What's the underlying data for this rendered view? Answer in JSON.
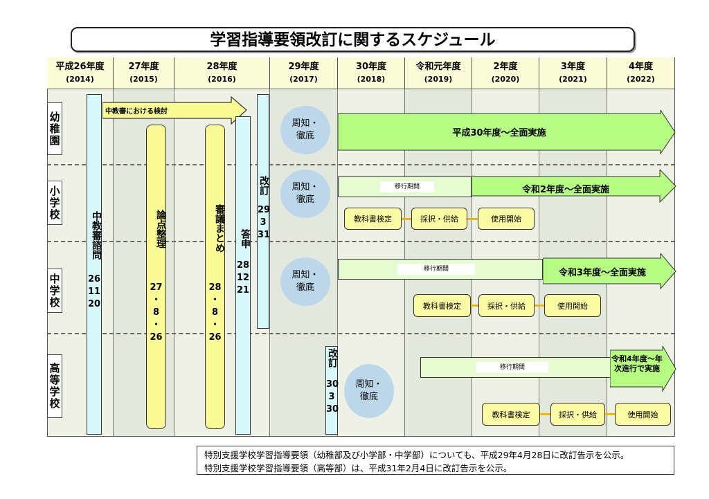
{
  "title": "学習指導要領改訂に関するスケジュール",
  "years": [
    {
      "label": "平成26年度",
      "sub": "(2014)"
    },
    {
      "label": "27年度",
      "sub": "(2015)"
    },
    {
      "label": "28年度",
      "sub": "(2016)"
    },
    {
      "label": "29年度",
      "sub": "(2017)"
    },
    {
      "label": "30年度",
      "sub": "(2018)"
    },
    {
      "label": "令和元年度",
      "sub": "(2019)"
    },
    {
      "label": "2年度",
      "sub": "(2020)"
    },
    {
      "label": "3年度",
      "sub": "(2021)"
    },
    {
      "label": "4年度",
      "sub": "(2022)"
    }
  ],
  "rows": [
    "幼稚園",
    "小学校",
    "中学校",
    "高等学校"
  ],
  "consult": {
    "title": "中教審における検討",
    "inquiry_label": "中教審諮問",
    "inquiry_date": [
      "26",
      "11",
      "20"
    ]
  },
  "ronten": {
    "label": "論点整理",
    "date": [
      "27",
      "・",
      "8",
      "・",
      "26"
    ]
  },
  "shingi": {
    "label": "審議まとめ",
    "date": [
      "28",
      "・",
      "8",
      "・",
      "26"
    ]
  },
  "toushin": {
    "label": "答申",
    "date": [
      "28",
      "12",
      "21"
    ]
  },
  "kaitei1": {
    "label": "改訂",
    "date": [
      "29",
      "3",
      "31"
    ]
  },
  "kaitei2": {
    "label": "改訂",
    "date": [
      "30",
      "3",
      "30"
    ]
  },
  "shuchi": "周知・徹底",
  "impl": {
    "kinder": "平成30年度～全面実施",
    "elem": "令和2年度～全面実施",
    "jhs": "令和3年度～全面実施",
    "hs": "令和4年度～年次進行で実施"
  },
  "transition": "移行期間",
  "steps": [
    "教科書検定",
    "採択・供給",
    "使用開始"
  ],
  "notes": [
    "特別支援学校学習指導要領（幼稚部及び小学部・中学部）についても、平成29年4月28日に改訂告示を公示。",
    "特別支援学校学習指導要領（高等部）は、平成31年2月4日に改訂告示を公示。"
  ],
  "colors": {
    "header": "#fcfcd8",
    "col_a": "#eef2e6",
    "col_b": "#e2e8dc",
    "arrow": "#b6fb82",
    "yellow": "#fbfb96",
    "cyan": "#d6f8fb",
    "circle": "#bcd7ea"
  }
}
